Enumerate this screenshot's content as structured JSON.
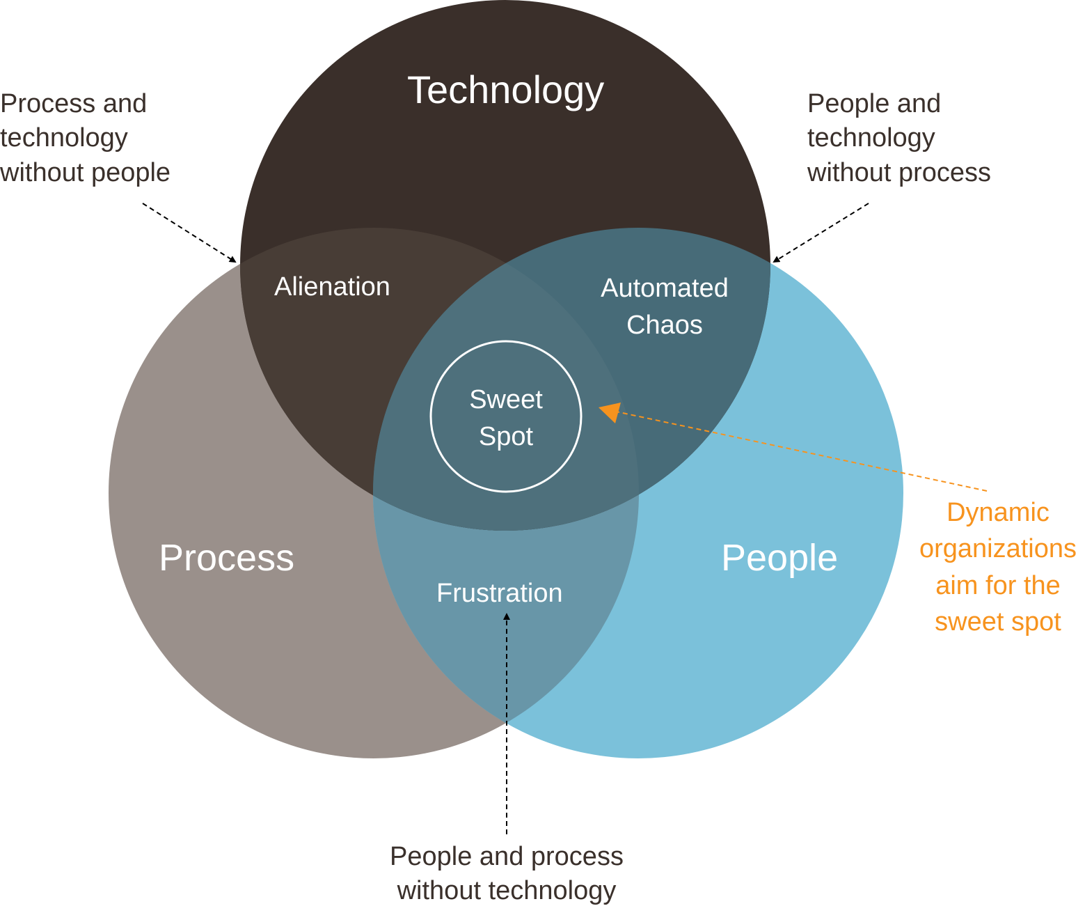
{
  "circles": {
    "technology": {
      "label": "Technology",
      "color": "#3a2f2a"
    },
    "process": {
      "label": "Process",
      "color": "#9a908b"
    },
    "people": {
      "label": "People",
      "color": "#7bc1da"
    }
  },
  "overlaps": {
    "alienation": {
      "label": "Alienation",
      "color": "#483d36"
    },
    "automated_chaos": {
      "label": "Automated\nChaos",
      "color": "#476b78"
    },
    "frustration": {
      "label": "Frustration",
      "color": "#6896a8"
    },
    "center_color": "#4e707c",
    "sweet_spot": "Sweet\nSpot"
  },
  "annotations": {
    "process_tech": "Process and\ntechnology\nwithout people",
    "people_tech": "People and\ntechnology\nwithout process",
    "people_process": "People and process\nwithout technology",
    "dynamic": "Dynamic\norganizations\naim for the\nsweet spot"
  },
  "accent_color": "#f7931e"
}
